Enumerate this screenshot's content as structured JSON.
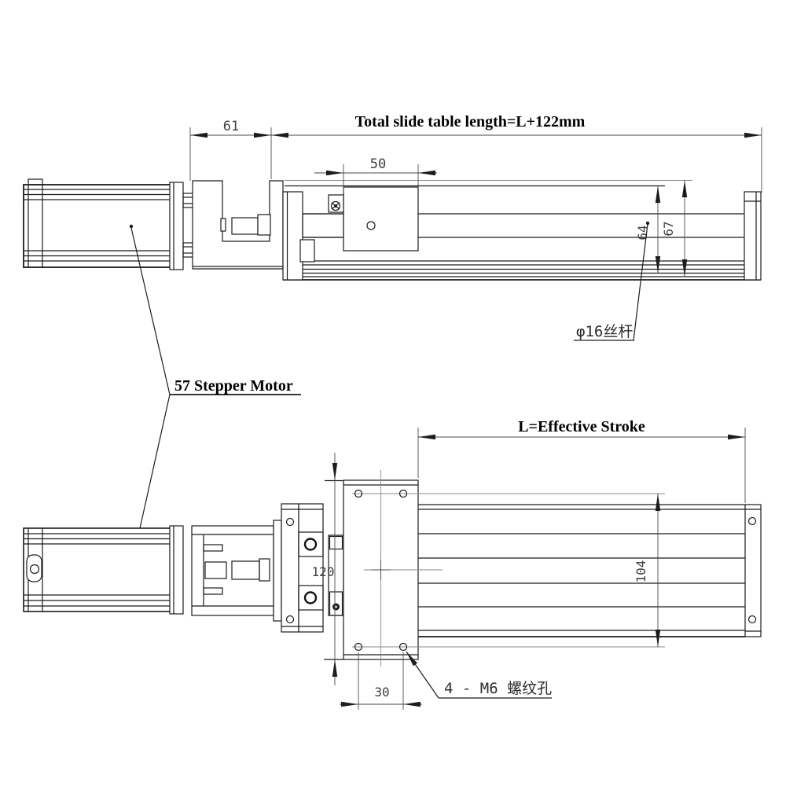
{
  "drawing": {
    "type": "engineering-drawing",
    "labels": {
      "total_length": "Total slide table length=L+122mm",
      "effective_stroke": "L=Effective Stroke",
      "motor": "57 Stepper Motor",
      "lead_screw": "φ16丝杆",
      "thread_holes": "4 - M6 螺纹孔"
    },
    "dimensions": {
      "motor_section_length": "61",
      "carriage_length": "50",
      "table_height_inner": "64",
      "table_height_outer": "67",
      "carriage_plate_width": "120",
      "hole_pitch_long": "104",
      "hole_pitch_short": "30"
    },
    "colors": {
      "line": "#1c1c1c",
      "thin_line": "#8a8a8a",
      "dim_text": "#3f3f3f",
      "background": "#ffffff"
    }
  }
}
